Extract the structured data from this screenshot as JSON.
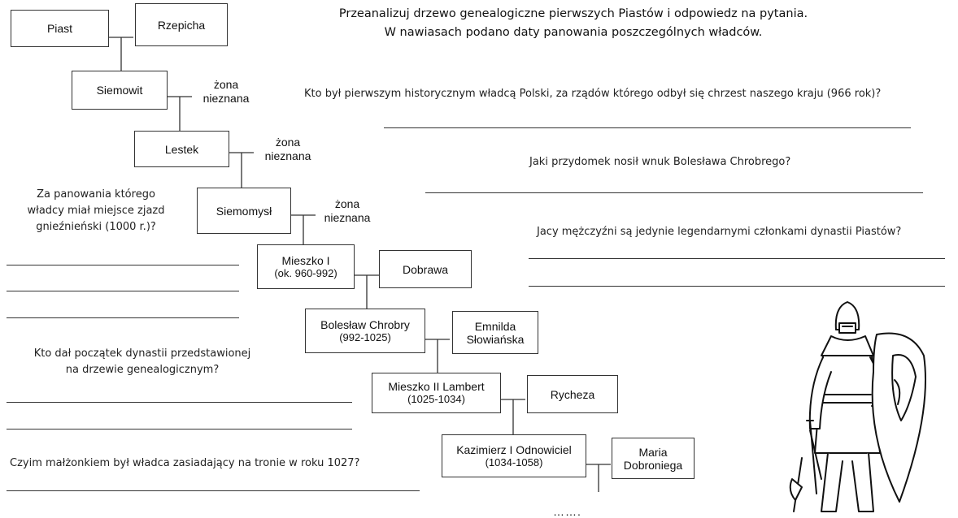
{
  "header": {
    "line1": "Przeanalizuj drzewo genealogiczne pierwszych Piastów i odpowiedz na pytania.",
    "line2": "W nawiasach podano daty panowania poszczególnych władców."
  },
  "tree": {
    "piast": "Piast",
    "rzepicha": "Rzepicha",
    "siemowit": "Siemowit",
    "lestek": "Lestek",
    "siemomysl": "Siemomysł",
    "mieszko1": {
      "name": "Mieszko I",
      "dates": "(ok. 960-992)"
    },
    "dobrawa": "Dobrawa",
    "boleslaw": {
      "name": "Bolesław Chrobry",
      "dates": "(992-1025)"
    },
    "emnilda": {
      "line1": "Emnilda",
      "line2": "Słowiańska"
    },
    "mieszko2": {
      "name": "Mieszko II Lambert",
      "dates": "(1025-1034)"
    },
    "rycheza": "Rycheza",
    "kazimierz": {
      "name": "Kazimierz I Odnowiciel",
      "dates": "(1034-1058)"
    },
    "maria": {
      "line1": "Maria",
      "line2": "Dobroniega"
    },
    "unknown_wife": {
      "line1": "żona",
      "line2": "nieznana"
    },
    "continuation": "……."
  },
  "questions": {
    "q_first_ruler": "Kto był pierwszym historycznym władcą Polski, za rządów którego odbył się chrzest naszego kraju (966 rok)?",
    "q_grandson": "Jaki przydomek nosił wnuk Bolesława Chrobrego?",
    "q_legendary": "Jacy mężczyźni są jedynie legendarnymi członkami dynastii Piastów?",
    "q_gniezno_1": "Za panowania którego",
    "q_gniezno_2": "władcy miał miejsce zjazd",
    "q_gniezno_3": "gnieźnieński (1000 r.)?",
    "q_founder_1": "Kto dał początek dynastii przedstawionej",
    "q_founder_2": "na drzewie genealogicznym?",
    "q_spouse_1027": "Czyim małżonkiem był władca zasiadający na tronie w roku 1027?"
  },
  "illustration": {
    "icon": "knight-icon"
  }
}
